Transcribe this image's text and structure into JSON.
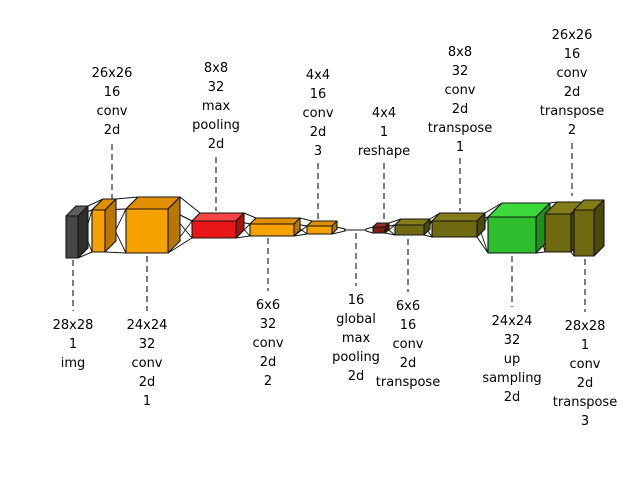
{
  "colors": {
    "background": "#ffffff",
    "text": "#000000",
    "line": "#141414",
    "gray_front": "#474747",
    "gray_top": "#5e5e5e",
    "gray_side": "#2e2e2e",
    "orange_front": "#f5a100",
    "orange_top": "#e08f00",
    "orange_side": "#b87700",
    "red_front": "#e81717",
    "red_top": "#f54545",
    "red_side": "#a80f0f",
    "maroon_front": "#7a1e12",
    "maroon_top": "#93301f",
    "maroon_side": "#55120a",
    "olive_front": "#6f6a12",
    "olive_top": "#827c1b",
    "olive_side": "#4c480a",
    "green_front": "#2ebe2e",
    "green_top": "#3bd93b",
    "green_side": "#1f8f1f"
  },
  "network": {
    "layers": [
      {
        "name": "img",
        "size": "28x28",
        "channels": "1",
        "color": "gray",
        "label_position": "bottom",
        "label_lines": [
          "28x28",
          "1",
          "img"
        ]
      },
      {
        "name": "conv-2d",
        "size": "26x26",
        "channels": "16",
        "color": "orange",
        "label_position": "top",
        "label_lines": [
          "26x26",
          "16",
          "conv",
          "2d"
        ]
      },
      {
        "name": "conv-2d-1",
        "size": "24x24",
        "channels": "32",
        "color": "orange",
        "label_position": "bottom",
        "label_lines": [
          "24x24",
          "32",
          "conv",
          "2d",
          "1"
        ]
      },
      {
        "name": "max-pooling-2d",
        "size": "8x8",
        "channels": "32",
        "color": "red",
        "label_position": "top",
        "label_lines": [
          "8x8",
          "32",
          "max",
          "pooling",
          "2d"
        ]
      },
      {
        "name": "conv-2d-2",
        "size": "6x6",
        "channels": "32",
        "color": "orange",
        "label_position": "bottom",
        "label_lines": [
          "6x6",
          "32",
          "conv",
          "2d",
          "2"
        ]
      },
      {
        "name": "conv-2d-3",
        "size": "4x4",
        "channels": "16",
        "color": "orange",
        "label_position": "top",
        "label_lines": [
          "4x4",
          "16",
          "conv",
          "2d",
          "3"
        ]
      },
      {
        "name": "global-max-pooling-2d",
        "size": "16",
        "channels": "",
        "color": "none",
        "label_position": "bottom",
        "label_lines": [
          "16",
          "global",
          "max",
          "pooling",
          "2d"
        ]
      },
      {
        "name": "reshape",
        "size": "4x4",
        "channels": "1",
        "color": "maroon",
        "label_position": "top",
        "label_lines": [
          "4x4",
          "1",
          "reshape"
        ]
      },
      {
        "name": "conv-2d-transpose",
        "size": "6x6",
        "channels": "16",
        "color": "olive",
        "label_position": "bottom",
        "label_lines": [
          "6x6",
          "16",
          "conv",
          "2d",
          "transpose"
        ]
      },
      {
        "name": "conv-2d-transpose-1",
        "size": "8x8",
        "channels": "32",
        "color": "olive",
        "label_position": "top",
        "label_lines": [
          "8x8",
          "32",
          "conv",
          "2d",
          "transpose",
          "1"
        ]
      },
      {
        "name": "up-sampling-2d",
        "size": "24x24",
        "channels": "32",
        "color": "green",
        "label_position": "bottom",
        "label_lines": [
          "24x24",
          "32",
          "up",
          "sampling",
          "2d"
        ]
      },
      {
        "name": "conv-2d-transpose-2",
        "size": "26x26",
        "channels": "16",
        "color": "olive",
        "label_position": "top",
        "label_lines": [
          "26x26",
          "16",
          "conv",
          "2d",
          "transpose",
          "2"
        ]
      },
      {
        "name": "conv-2d-transpose-3",
        "size": "28x28",
        "channels": "1",
        "color": "olive",
        "label_position": "bottom",
        "label_lines": [
          "28x28",
          "1",
          "conv",
          "2d",
          "transpose",
          "3"
        ]
      }
    ]
  }
}
